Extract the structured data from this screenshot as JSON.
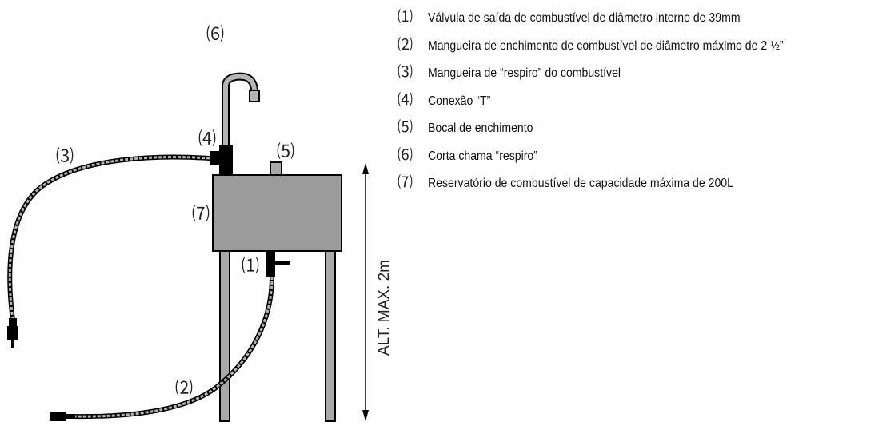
{
  "callouts": {
    "n1": "⑴",
    "n2": "⑵",
    "n3": "⑶",
    "n4": "⑷",
    "n5": "⑸",
    "n6": "⑹",
    "n7": "⑺"
  },
  "height_label": "ALT. MAX. 2m",
  "legend": [
    {
      "num": "⑴",
      "text": "Válvula de saída de combustível de diâmetro interno de 39mm"
    },
    {
      "num": "⑵",
      "text": "Mangueira de enchimento de combustível de diâmetro máximo de 2 ½”"
    },
    {
      "num": "⑶",
      "text": "Mangueira de “respiro” do combustível"
    },
    {
      "num": "⑷",
      "text": "Conexão “T”"
    },
    {
      "num": "⑸",
      "text": "Bocal de enchimento"
    },
    {
      "num": "⑹",
      "text": "Corta chama “respiro”"
    },
    {
      "num": "⑺",
      "text": "Reservatório de combustível de capacidade máxima de 200L"
    }
  ],
  "colors": {
    "tank_fill": "#9b9b9b",
    "line": "#000000",
    "hose_fill": "#b3b3b3"
  }
}
